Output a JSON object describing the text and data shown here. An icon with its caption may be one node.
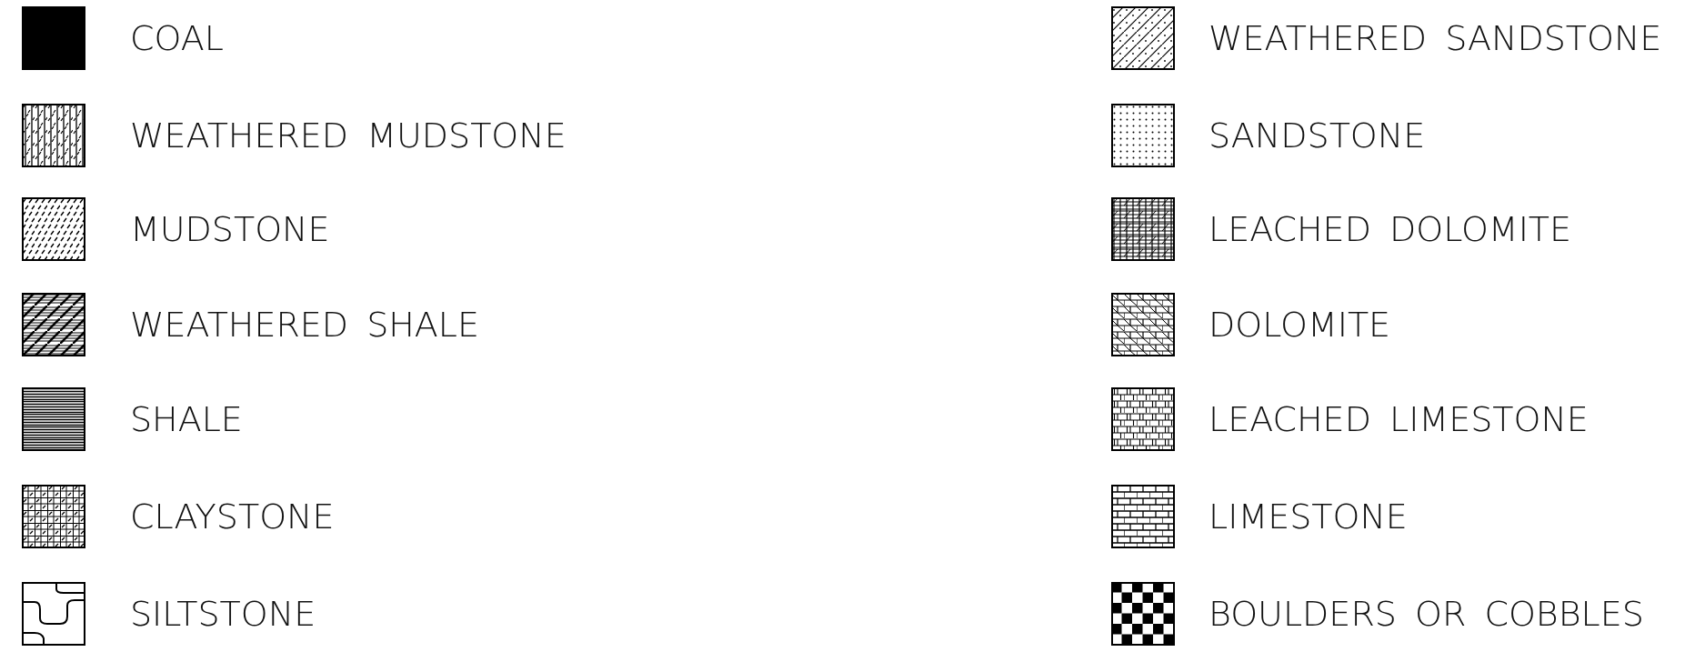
{
  "diagram": {
    "legend": [
      {
        "text": "COAL",
        "color": "#000000"
      },
      {
        "text": "WEATHERED MUDSTONE"
      },
      {
        "text": "MUDSTONE"
      },
      {
        "text": "WEATHERED SHALE"
      },
      {
        "text": "SHALE"
      },
      {
        "text": "CLAYSTONE"
      },
      {
        "text": "SILTSTONE"
      },
      {
        "text": "WEATHERED SANDSTONE"
      },
      {
        "text": "SANDSTONE"
      },
      {
        "text": "LEACHED DOLOMITE"
      },
      {
        "text": "DOLOMITE"
      },
      {
        "text": "LEACHED LIMESTONE"
      },
      {
        "text": "LIMESTONE"
      },
      {
        "text": "BOULDERS OR COBBLES"
      }
    ]
  }
}
